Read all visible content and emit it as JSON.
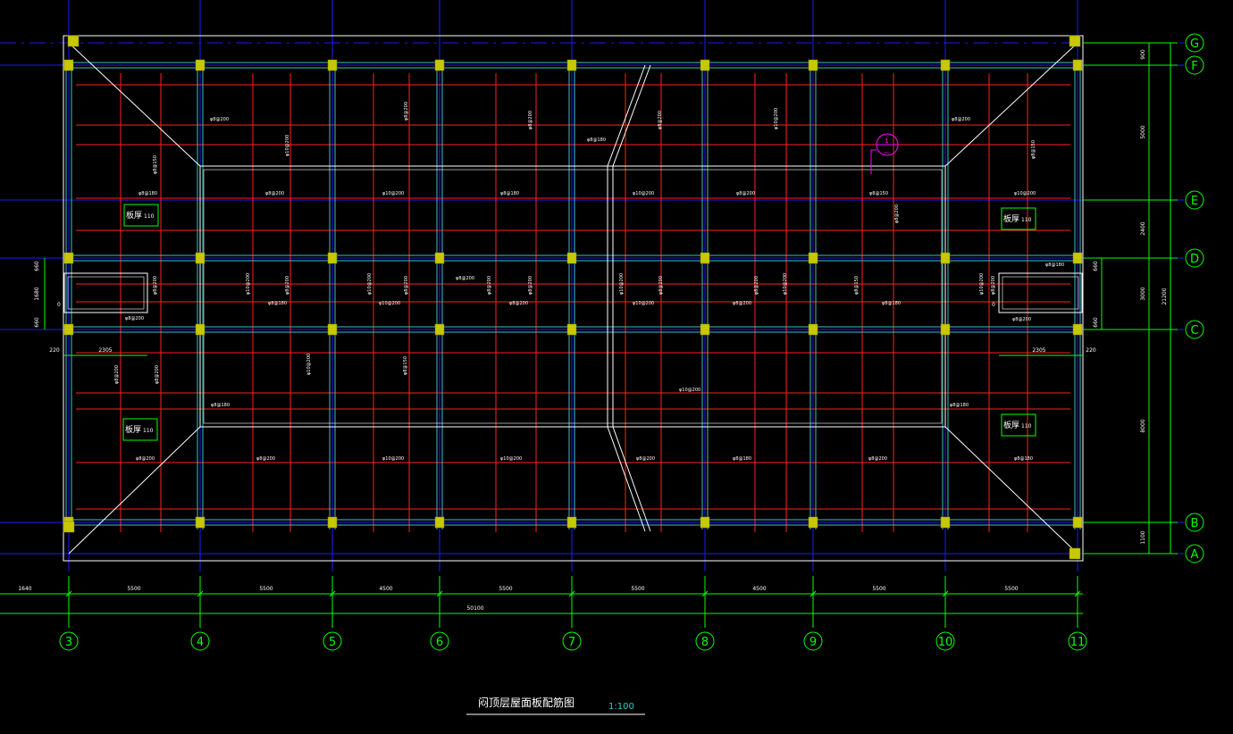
{
  "drawing": {
    "title": "闷顶层屋面板配筋图",
    "scale": "1:100",
    "colors": {
      "background": "#000000",
      "axis": "#1a1aff",
      "grid_bubble": "#00ff00",
      "beam": "#40c0c0",
      "rebar": "#ff2020",
      "column": "#c8c800",
      "outline": "#ffffff",
      "dimension": "#00ff00",
      "dim_text": "#ffffff",
      "marker": "#ff00ff",
      "title_scale": "#33cccc"
    }
  },
  "grid": {
    "vertical_labels": [
      "3",
      "4",
      "5",
      "6",
      "7",
      "8",
      "9",
      "10",
      "11"
    ],
    "horizontal_labels": [
      "G",
      "F",
      "E",
      "D",
      "C",
      "B",
      "A"
    ]
  },
  "dimensions": {
    "bottom_spans": [
      "1640",
      "5500",
      "5500",
      "4500",
      "5500",
      "5500",
      "4500",
      "5500",
      "5500"
    ],
    "bottom_total": "50100",
    "right_segments": [
      "900",
      "5000",
      "2400",
      "3000",
      "8000",
      "1100"
    ],
    "right_total": "21200",
    "left_opening": [
      "660",
      "1680",
      "660"
    ],
    "right_opening": [
      "660",
      "660"
    ],
    "opening_widths": [
      "2305",
      "2305"
    ],
    "edge_offsets": [
      "220",
      "220"
    ],
    "opening_marks": [
      "0",
      "0"
    ]
  },
  "slab_tags": {
    "tag_label": "板厚",
    "tag_value": "110",
    "count": 4
  },
  "rebar_labels": {
    "horizontal": [
      "φ8@180",
      "φ8@200",
      "φ10@200",
      "φ8@180",
      "φ10@200",
      "φ8@200",
      "φ8@150",
      "φ10@200",
      "φ8@200",
      "φ8@180",
      "φ8@200",
      "φ8@180",
      "φ10@200",
      "φ8@200",
      "φ10@200",
      "φ8@200",
      "φ8@180",
      "φ8@200",
      "φ8@200",
      "φ8@180",
      "φ10@200",
      "φ8@180",
      "φ8@200",
      "φ8@200",
      "φ10@200",
      "φ10@200",
      "φ8@200",
      "φ8@180",
      "φ8@200",
      "φ8@180",
      "φ8@180",
      "φ8@200"
    ],
    "vertical": [
      "φ8@150",
      "φ10@200",
      "φ8@200",
      "φ8@200",
      "φ8@200",
      "φ10@200",
      "φ8@150",
      "φ8@200",
      "φ10@200",
      "φ8@200",
      "φ10@200",
      "φ8@200",
      "φ8@200",
      "φ8@200",
      "φ10@200",
      "φ8@200",
      "φ8@200",
      "φ10@200",
      "φ8@150",
      "φ8@200",
      "φ10@200",
      "φ8@200",
      "φ8@200",
      "φ8@200",
      "φ10@200",
      "φ8@150"
    ]
  },
  "section_marker": {
    "top": "1",
    "bottom": "—"
  }
}
